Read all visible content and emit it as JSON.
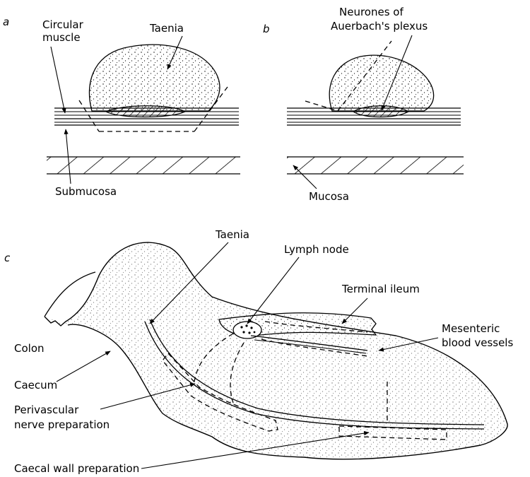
{
  "panels": {
    "a": "a",
    "b": "b",
    "c": "c"
  },
  "labels": {
    "circular_muscle_line1": "Circular",
    "circular_muscle_line2": "muscle",
    "taenia_a": "Taenia",
    "submucosa": "Submucosa",
    "neurones_line1": "Neurones of",
    "neurones_line2": "Auerbach's plexus",
    "mucosa": "Mucosa",
    "taenia_c": "Taenia",
    "lymph_node": "Lymph node",
    "terminal_ileum": "Terminal ileum",
    "mesenteric_line1": "Mesenteric",
    "mesenteric_line2": "blood vessels",
    "colon": "Colon",
    "caecum": "Caecum",
    "perivascular_line1": "Perivascular",
    "perivascular_line2": "nerve preparation",
    "caecal_wall": "Caecal wall preparation"
  }
}
